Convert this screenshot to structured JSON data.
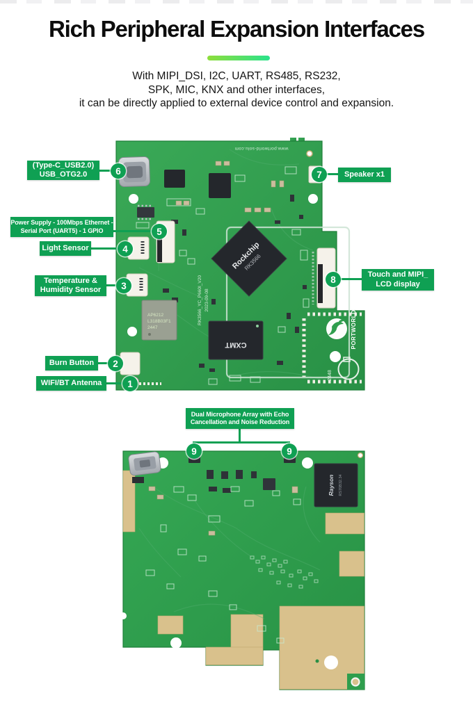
{
  "header": {
    "title": "Rich Peripheral Expansion Interfaces",
    "subtitle_line1": "With MIPI_DSI, I2C, UART, RS485, RS232,",
    "subtitle_line2": "SPK, MIC, KNX and other interfaces,",
    "subtitle_line3": "it can be directly applied to external device control and expansion."
  },
  "colors": {
    "label_green": "#0fa053",
    "pcb_green": "#2f9e4d",
    "copper": "#d9c18c",
    "accent_from": "#8ede3b",
    "accent_to": "#2ae28c"
  },
  "callouts": {
    "c1": {
      "num": "1",
      "line1": "WIFI/BT Antenna"
    },
    "c2": {
      "num": "2",
      "line1": "Burn Button"
    },
    "c3": {
      "num": "3",
      "line1": "Temperature &",
      "line2": "Humidity Sensor"
    },
    "c4": {
      "num": "4",
      "line1": "Light Sensor"
    },
    "c5": {
      "num": "5",
      "line1": "Power Supply - 100Mbps Ethernet -",
      "line2": "Serial Port (UART5) - 1 GPIO"
    },
    "c6": {
      "num": "6",
      "line1": "(Type-C_USB2.0)",
      "line2": "USB_OTG2.0"
    },
    "c7": {
      "num": "7",
      "line1": "Speaker x1"
    },
    "c8": {
      "num": "8",
      "line1": "Touch and MIPI_",
      "line2": "LCD display"
    },
    "c9": {
      "num": "9",
      "line1": "Dual Microphone Array with Echo",
      "line2": "Cancellation and Noise Reduction"
    }
  },
  "board_front": {
    "silkscreen": {
      "website": "www.portworld-solu.com",
      "model": "RK3566_YC_P660I_V20",
      "date": "2023-09-08",
      "brand": "PORTWORLD",
      "serial": "2448"
    },
    "chips": {
      "soc_brand": "Rockchip",
      "soc_model": "RK3566",
      "memory": "CXMT",
      "wifi1": "AP6212",
      "wifi2": "L318B03F1",
      "wifi3": "2447"
    }
  },
  "board_back": {
    "chip_brand": "Rayson",
    "chip_model": "RS70B32.34"
  }
}
